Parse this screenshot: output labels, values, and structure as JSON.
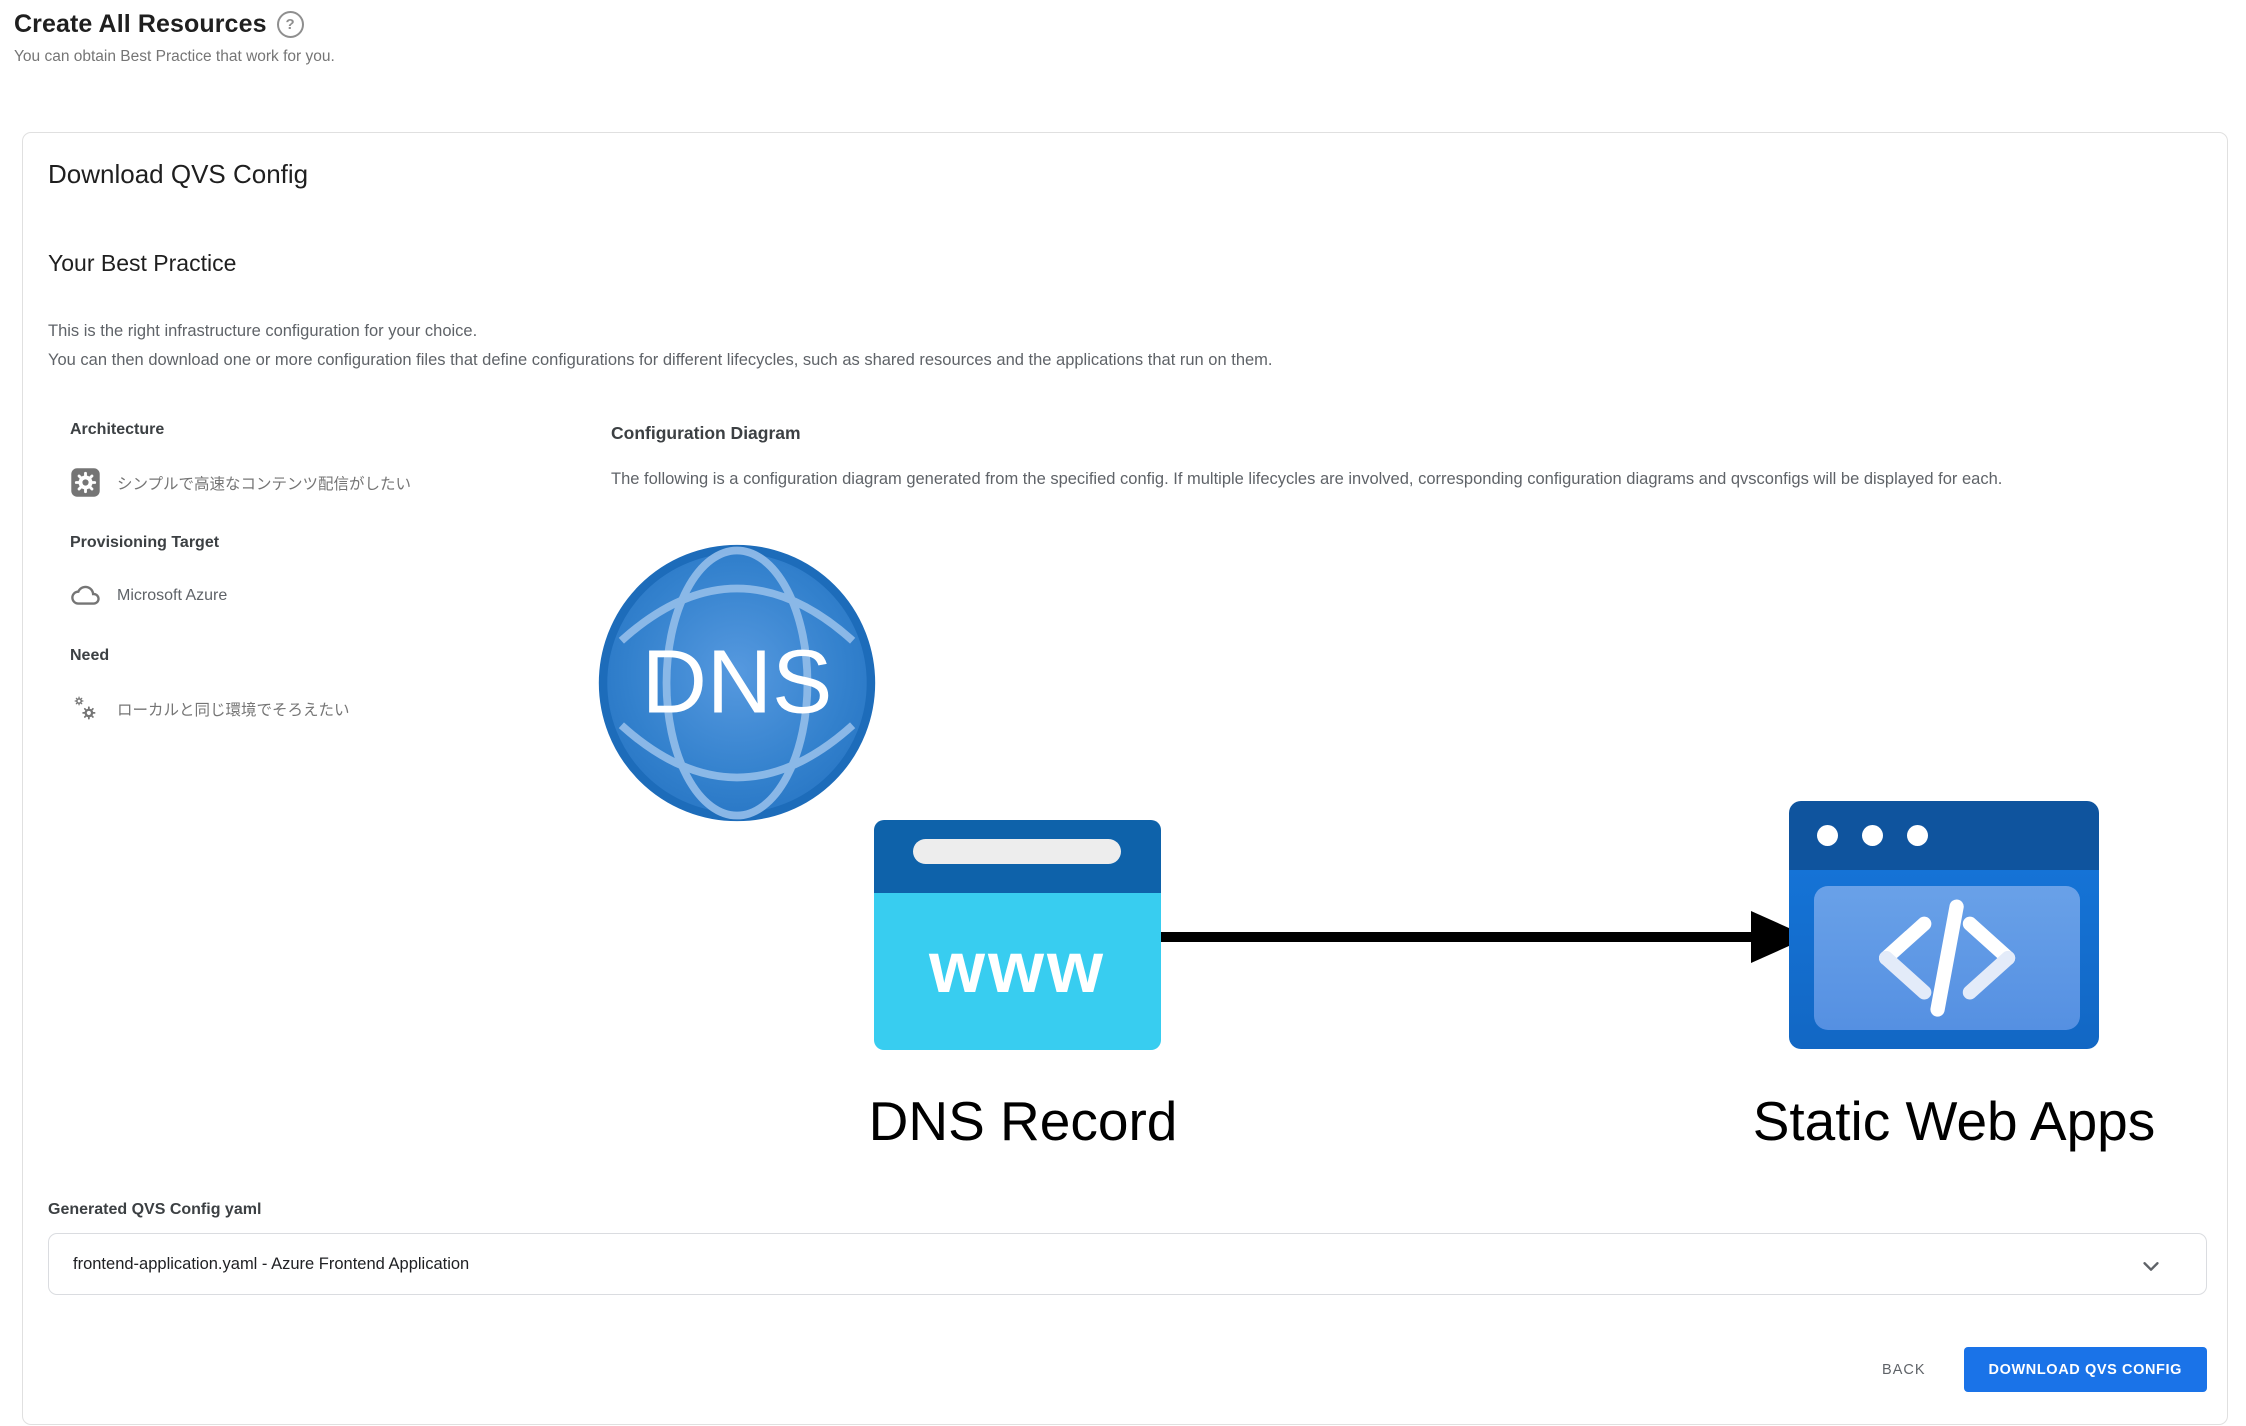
{
  "page": {
    "title": "Create All Resources",
    "help_glyph": "?",
    "subtitle": "You can obtain Best Practice that work for you."
  },
  "card": {
    "title": "Download QVS Config",
    "section_title": "Your Best Practice",
    "intro": [
      "This is the right infrastructure configuration for your choice.",
      "You can then download one or more configuration files that define configurations for different lifecycles, such as shared resources and the applications that run on them."
    ]
  },
  "summary": {
    "groups": [
      {
        "label": "Architecture",
        "icon": "settings-square-icon",
        "value": "シンプルで高速なコンテンツ配信がしたい"
      },
      {
        "label": "Provisioning Target",
        "icon": "cloud-icon",
        "value": "Microsoft Azure"
      },
      {
        "label": "Need",
        "icon": "gears-icon",
        "value": "ローカルと同じ環境でそろえたい"
      }
    ]
  },
  "diagram": {
    "heading": "Configuration Diagram",
    "description": "The following is a configuration diagram generated from the specified config. If multiple lifecycles are involved, corresponding configuration diagrams and qvsconfigs will be displayed for each.",
    "dns_globe_text": "DNS",
    "www_text": "www",
    "nodes": [
      {
        "label": "DNS Record",
        "icons": [
          "dns-globe-icon",
          "www-browser-icon"
        ]
      },
      {
        "label": "Static Web Apps",
        "icons": [
          "code-window-icon"
        ]
      }
    ],
    "edge": "dns-record -> static-web-apps"
  },
  "config_select": {
    "label": "Generated QVS Config yaml",
    "value": "frontend-application.yaml - Azure Frontend Application"
  },
  "footer": {
    "back_label": "BACK",
    "download_label": "DOWNLOAD QVS CONFIG"
  },
  "colors": {
    "accent_blue": "#1a73e8",
    "dns_globe_blue": "#2d7bc8",
    "www_header_blue": "#0e62aa",
    "www_body_cyan": "#38cdf0",
    "swa_header_blue": "#0f549e",
    "swa_body_blue": "#1471d3",
    "swa_panel_blue": "#5d97e4",
    "arrow_color": "#000000",
    "muted_text": "#5f6368"
  }
}
